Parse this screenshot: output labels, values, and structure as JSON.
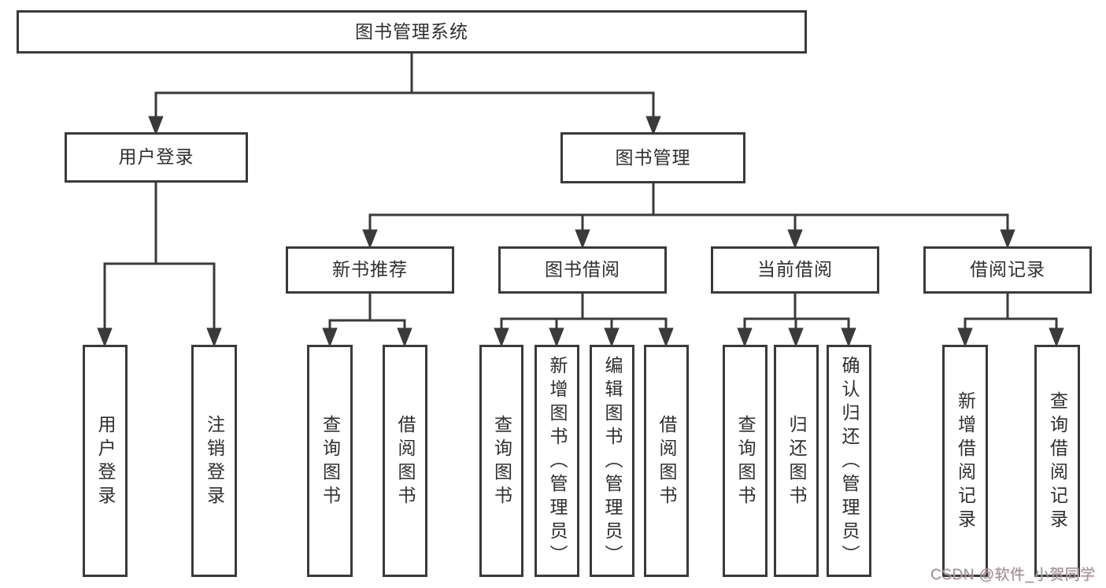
{
  "diagram": {
    "root": {
      "label": "图书管理系统"
    },
    "level2": [
      {
        "label": "用户登录"
      },
      {
        "label": "图书管理"
      }
    ],
    "level3": [
      {
        "label": "新书推荐"
      },
      {
        "label": "图书借阅"
      },
      {
        "label": "当前借阅"
      },
      {
        "label": "借阅记录"
      }
    ],
    "leaves": [
      {
        "label": "用户登录"
      },
      {
        "label": "注销登录"
      },
      {
        "label": "查询图书"
      },
      {
        "label": "借阅图书"
      },
      {
        "label": "查询图书"
      },
      {
        "label": "新增图书（管理员）"
      },
      {
        "label": "编辑图书（管理员）"
      },
      {
        "label": "借阅图书"
      },
      {
        "label": "查询图书"
      },
      {
        "label": "归还图书"
      },
      {
        "label": "确认归还（管理员）"
      },
      {
        "label": "新增借阅记录"
      },
      {
        "label": "查询借阅记录"
      }
    ]
  },
  "watermark": {
    "text": "CSDN @软件_小贺同学"
  },
  "colors": {
    "line": "#3a3a3a",
    "text": "#2f2f2f",
    "watermark": "#969696",
    "background": "#ffffff"
  }
}
